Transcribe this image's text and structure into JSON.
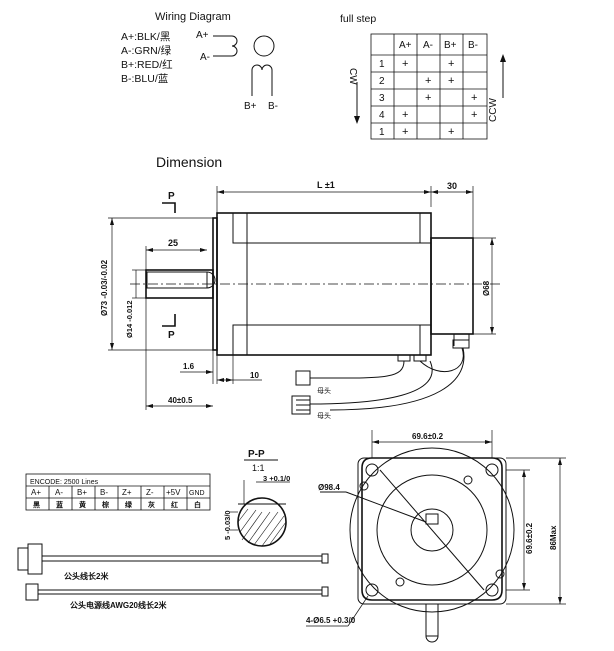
{
  "wiring": {
    "title": "Wiring Diagram",
    "rows": [
      "A+:BLK/黑",
      "A-:GRN/绿",
      "B+:RED/红",
      "B-:BLU/蓝"
    ],
    "coil_a_plus": "A+",
    "coil_a_minus": "A-",
    "coil_b_plus": "B+",
    "coil_b_minus": "B-"
  },
  "full_step": {
    "title": "full step",
    "cw_label": "CW",
    "ccw_label": "CCW",
    "headers": [
      "",
      "A+",
      "A-",
      "B+",
      "B-"
    ],
    "rows": [
      [
        "1",
        "+",
        "",
        "+",
        ""
      ],
      [
        "2",
        "",
        "+",
        "+",
        ""
      ],
      [
        "3",
        "",
        "+",
        "",
        "+"
      ],
      [
        "4",
        "+",
        "",
        "",
        "+"
      ],
      [
        "1",
        "+",
        "",
        "+",
        ""
      ]
    ]
  },
  "dimension": {
    "title": "Dimension",
    "length": "L ±1",
    "encoder_length": "30",
    "shaft_length": "25",
    "flange_dia": "Ø73 -0.03/-0.02",
    "shaft_dia": "Ø14 -0.012",
    "encoder_dia": "Ø68",
    "flange_thickness": "1.6",
    "flange_offset": "10",
    "shaft_total": "40±0.5",
    "section_mark": "P",
    "plug_label_1": "母头",
    "plug_label_2": "母头"
  },
  "section": {
    "title": "P-P",
    "scale": "1:1",
    "key_depth": "3 +0.1/0",
    "key_width": "5 -0.03/0"
  },
  "encoder_table": {
    "title": "ENCODE: 2500 Lines",
    "headers": [
      "A+",
      "A-",
      "B+",
      "B-",
      "Z+",
      "Z-",
      "+5V",
      "GND"
    ],
    "colors": [
      "黑",
      "蓝",
      "黄",
      "棕",
      "绿",
      "灰",
      "红",
      "白"
    ]
  },
  "cables": {
    "cable1": "公头线长2米",
    "cable2": "公头电源线AWG20线长2米"
  },
  "front_view": {
    "square": "69.6±0.2",
    "side": "69.6±0.2",
    "pcd": "Ø98.4",
    "max": "86Max",
    "holes": "4-Ø6.5 +0.3/0"
  }
}
